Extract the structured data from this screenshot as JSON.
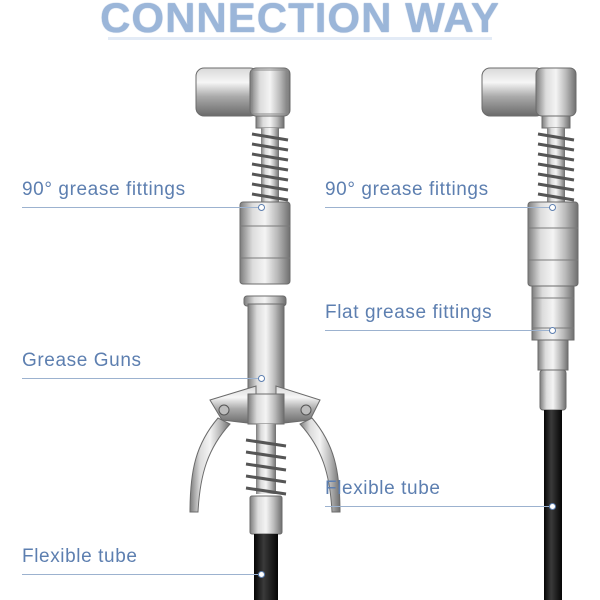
{
  "title": "CONNECTION WAY",
  "labels": {
    "left_90": "90° grease fittings",
    "right_90": "90° grease fittings",
    "flat": "Flat grease fittings",
    "grease_guns": "Grease Guns",
    "right_flex": "Flexible tube",
    "left_flex": "Flexible tube"
  },
  "colors": {
    "title": "#9bb6d9",
    "label": "#5d7fb0",
    "leader": "#9cb2cf",
    "tube": "#141414",
    "metal_light": "#e6e6e6",
    "metal_dark": "#8a8a8a"
  }
}
